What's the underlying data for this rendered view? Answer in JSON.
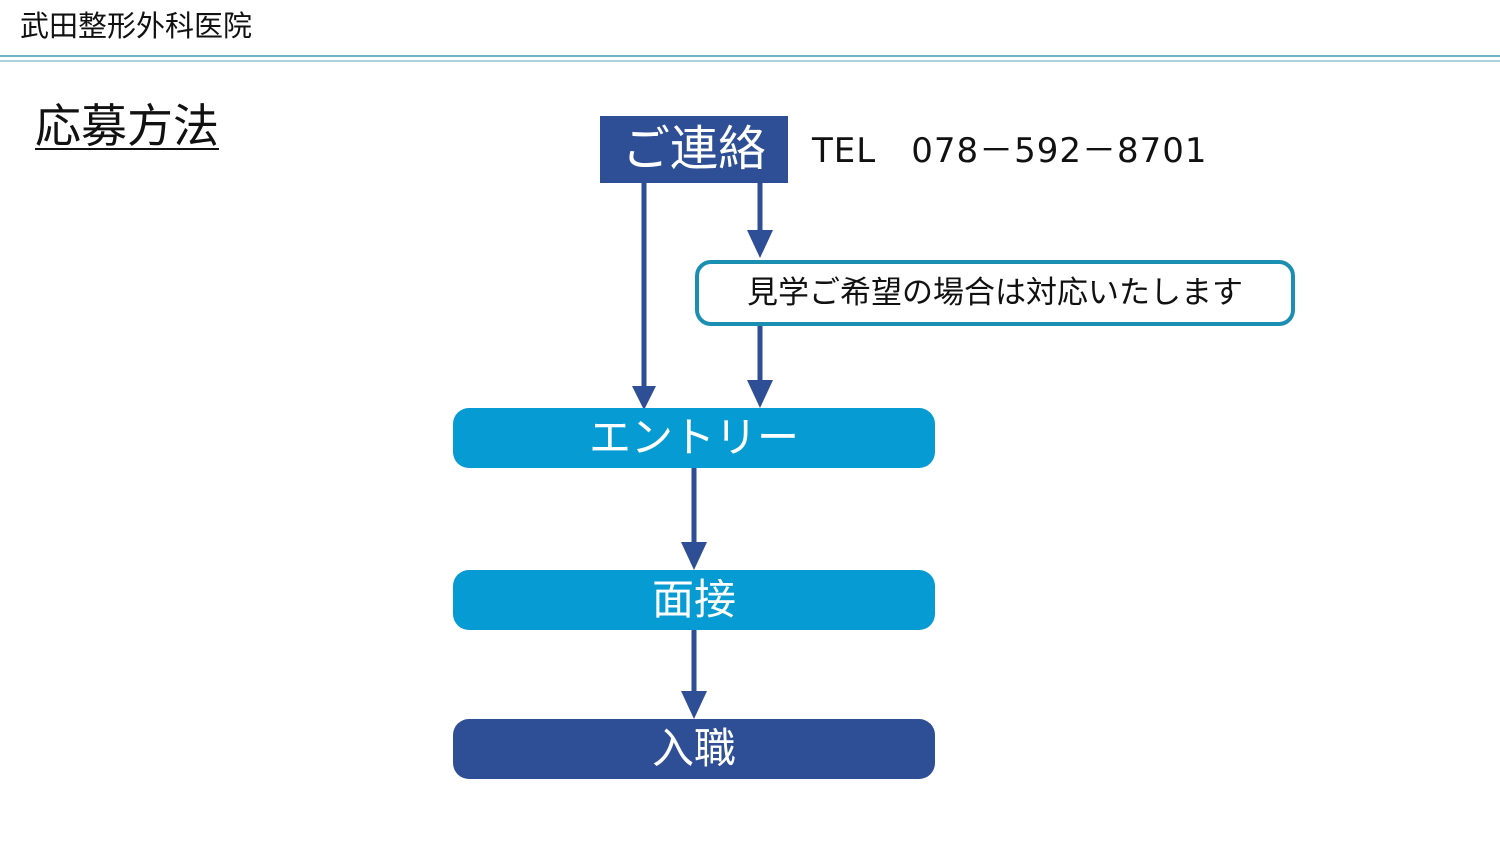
{
  "header": {
    "clinic_name": "武田整形外科医院"
  },
  "section": {
    "title": "応募方法"
  },
  "flow": {
    "contact": "ご連絡",
    "tel": "TEL　078－592－8701",
    "visit_note": "見学ご希望の場合は対応いたします",
    "entry": "エントリー",
    "interview": "面接",
    "hire": "入職"
  },
  "colors": {
    "dark_blue": "#2e4e96",
    "light_blue": "#079bd4",
    "note_border": "#1b8fb2"
  }
}
